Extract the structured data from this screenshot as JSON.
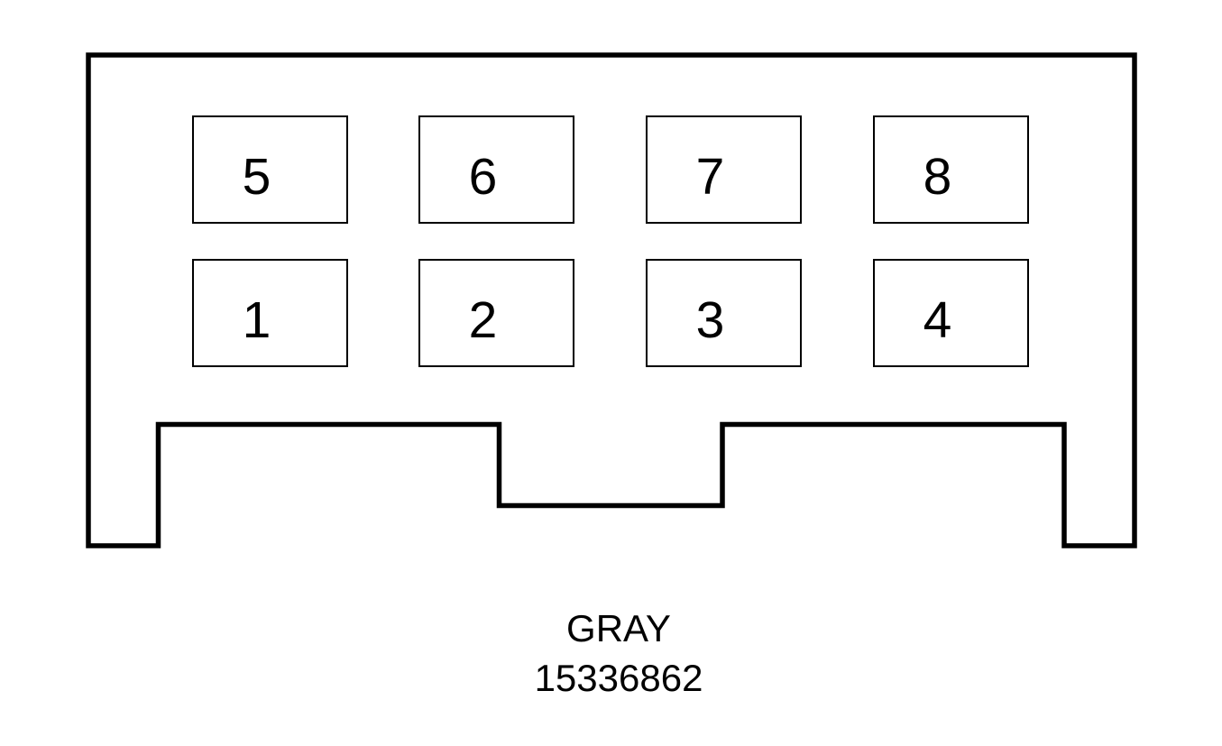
{
  "connector": {
    "color_label": "GRAY",
    "part_number": "15336862",
    "pin_count": 8,
    "pins": {
      "top_row": [
        "5",
        "6",
        "7",
        "8"
      ],
      "bottom_row": [
        "1",
        "2",
        "3",
        "4"
      ]
    }
  },
  "colors": {
    "line": "#000000",
    "background": "#ffffff"
  }
}
